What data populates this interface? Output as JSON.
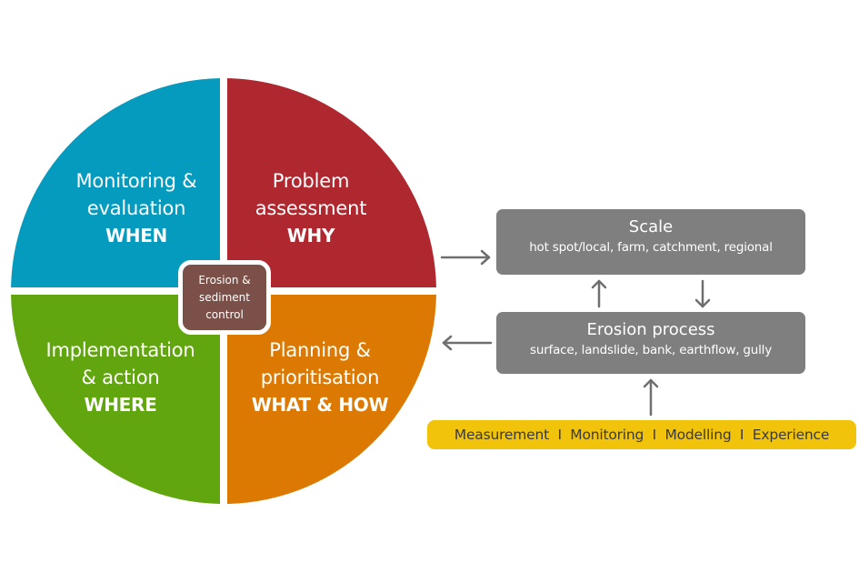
{
  "diagram": {
    "colors": {
      "monitoring": "#049bbf",
      "problem": "#b0282f",
      "implementation": "#61a60f",
      "planning": "#dc7903",
      "center": "#7a5048",
      "gray_box": "#7f7f80",
      "methods_bar": "#f1c40b",
      "arrow": "#6f6f70"
    },
    "quadrants": [
      {
        "id": "monitoring",
        "line1": "Monitoring &",
        "line2": "evaluation",
        "keyword": "WHEN"
      },
      {
        "id": "problem",
        "line1": "Problem",
        "line2": "assessment",
        "keyword": "WHY"
      },
      {
        "id": "implementation",
        "line1": "Implementation",
        "line2": "& action",
        "keyword": "WHERE"
      },
      {
        "id": "planning",
        "line1": "Planning &",
        "line2": "prioritisation",
        "keyword": "WHAT & HOW"
      }
    ],
    "center": {
      "line1": "Erosion &",
      "line2": "sediment",
      "line3": "control"
    },
    "scale": {
      "title": "Scale",
      "subtitle": "hot spot/local, farm, catchment, regional"
    },
    "process": {
      "title": "Erosion process",
      "subtitle": "surface, landslide, bank, earthflow, gully"
    },
    "methods": {
      "text": "Measurement  I  Monitoring  I  Modelling  I  Experience"
    },
    "arrows": [
      {
        "from": "problem",
        "to": "scale",
        "direction": "right"
      },
      {
        "from": "process",
        "to": "planning",
        "direction": "left"
      },
      {
        "from": "process",
        "to": "scale",
        "direction": "up"
      },
      {
        "from": "scale",
        "to": "process",
        "direction": "down"
      },
      {
        "from": "methods",
        "to": "process",
        "direction": "up"
      }
    ]
  }
}
